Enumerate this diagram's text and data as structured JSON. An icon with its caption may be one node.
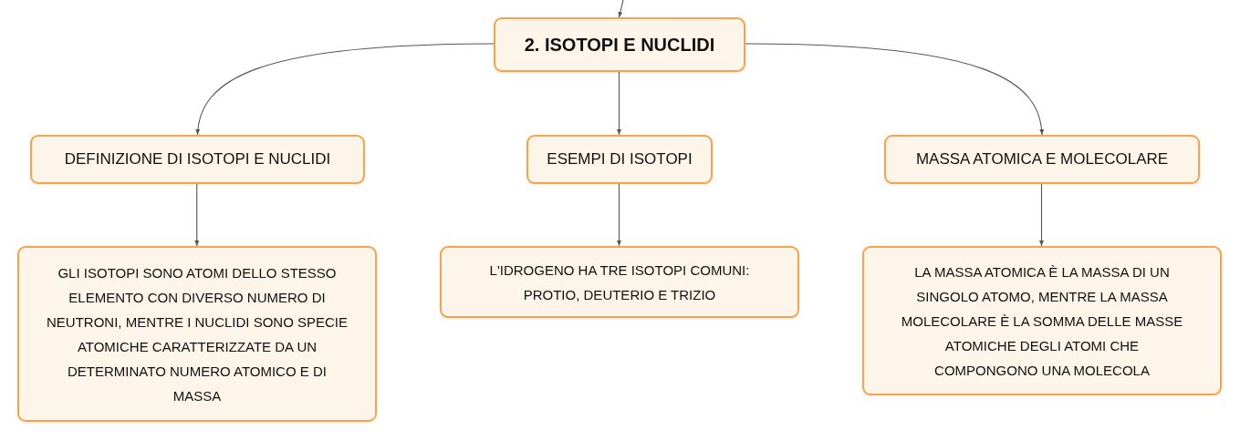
{
  "diagram": {
    "nodes": [
      {
        "text": [
          "2. ISOTOPI E NUCLIDI"
        ]
      },
      {
        "text": [
          "DEFINIZIONE DI ISOTOPI E NUCLIDI"
        ]
      },
      {
        "text": [
          "ESEMPI DI ISOTOPI"
        ]
      },
      {
        "text": [
          "MASSA ATOMICA E MOLECOLARE"
        ]
      },
      {
        "text": [
          "GLI ISOTOPI SONO ATOMI DELLO STESSO ELEMENTO CON DIVERSO NUMERO DI NEUTRONI, MENTRE I NUCLIDI SONO SPECIE ATOMICHE CARATTERIZZATE DA UN DETERMINATO NUMERO ATOMICO E DI MASSA"
        ]
      },
      {
        "text": [
          "L'IDROGENO HA TRE ISOTOPI COMUNI: PROTIO, DEUTERIO E TRIZIO"
        ]
      },
      {
        "text": [
          "LA MASSA ATOMICA È LA MASSA DI UN SINGOLO ATOMO, MENTRE LA MASSA MOLECOLARE È LA SOMMA DELLE MASSE ATOMICHE DEGLI ATOMI CHE COMPONGONO UNA MOLECOLA"
        ]
      }
    ],
    "edges": [
      {
        "from": null,
        "to": 0,
        "arrow": "to"
      },
      {
        "from": 0,
        "to": 1,
        "arrow": "to"
      },
      {
        "from": 0,
        "to": 2,
        "arrow": "to"
      },
      {
        "from": 0,
        "to": 3,
        "arrow": "to"
      },
      {
        "from": 1,
        "to": 4,
        "arrow": "to"
      },
      {
        "from": 2,
        "to": 5,
        "arrow": "to"
      },
      {
        "from": 3,
        "to": 6,
        "arrow": "to"
      }
    ]
  }
}
